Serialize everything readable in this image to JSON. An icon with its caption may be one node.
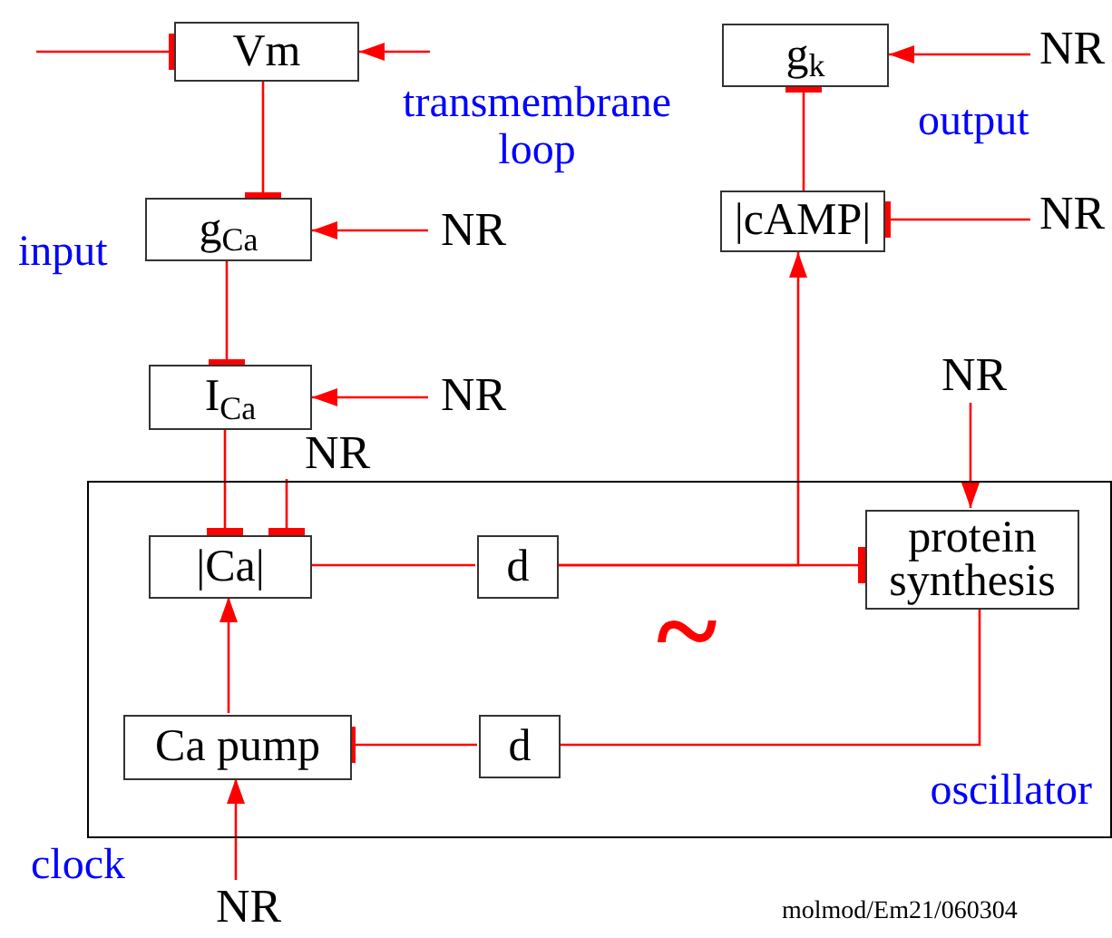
{
  "diagram": {
    "nodes": [
      {
        "text": [
          "oscillator"
        ]
      },
      {
        "text": [
          "Vm"
        ]
      },
      {
        "text": [
          "g$_{Ca}$"
        ]
      },
      {
        "text": [
          "I$_{Ca}$"
        ]
      },
      {
        "text": [
          "g$_{k}$"
        ]
      },
      {
        "text": [
          "|cAMP|"
        ]
      },
      {
        "text": [
          "|Ca|"
        ],
        "in": 0
      },
      {
        "text": [
          "d"
        ],
        "in": 0
      },
      {
        "text": [
          "protein synthesis"
        ],
        "in": 0
      },
      {
        "text": [
          "Ca pump"
        ],
        "in": 0
      },
      {
        "text": [
          "d"
        ],
        "in": 0
      },
      {
        "text": [
          "NR"
        ]
      },
      {
        "text": [
          "NR"
        ]
      },
      {
        "text": [
          "NR"
        ]
      },
      {
        "text": [
          "NR"
        ]
      },
      {
        "text": [
          "NR"
        ]
      },
      {
        "text": [
          "NR"
        ]
      },
      {
        "text": [
          "NR"
        ]
      }
    ],
    "edges": [
      {
        "from": null,
        "to": 1,
        "arrow": "other"
      },
      {
        "from": null,
        "to": 1,
        "arrow": "to"
      },
      {
        "from": 1,
        "to": 2,
        "arrow": "other"
      },
      {
        "from": 11,
        "to": 2,
        "arrow": "to"
      },
      {
        "from": 2,
        "to": 3,
        "arrow": "other"
      },
      {
        "from": 12,
        "to": 3,
        "arrow": "to"
      },
      {
        "from": 3,
        "to": 6,
        "arrow": "other"
      },
      {
        "from": 13,
        "to": 6,
        "arrow": "other"
      },
      {
        "from": 6,
        "to": 7,
        "arrow": "none"
      },
      {
        "from": 7,
        "to": 8,
        "arrow": "other"
      },
      {
        "from": 7,
        "to": 5,
        "arrow": "to"
      },
      {
        "from": 5,
        "to": 4,
        "arrow": "other"
      },
      {
        "from": 14,
        "to": 4,
        "arrow": "to"
      },
      {
        "from": 15,
        "to": 5,
        "arrow": "other"
      },
      {
        "from": 16,
        "to": 8,
        "arrow": "to"
      },
      {
        "from": 8,
        "to": 10,
        "arrow": "none"
      },
      {
        "from": 10,
        "to": 9,
        "arrow": "other"
      },
      {
        "from": 9,
        "to": 6,
        "arrow": "to"
      },
      {
        "from": 17,
        "to": 9,
        "arrow": "to"
      }
    ],
    "labels": [
      "transmembrane loop",
      "output",
      "input",
      "~",
      "clock",
      "molmod/Em21/060304"
    ]
  }
}
